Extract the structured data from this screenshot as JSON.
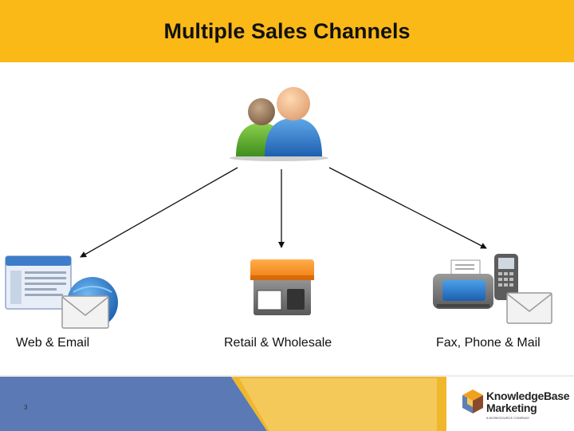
{
  "slide": {
    "title": "Multiple Sales Channels",
    "page_number": "3"
  },
  "channels": [
    {
      "label": "Web & Email",
      "icon": "web-email-icon"
    },
    {
      "label": "Retail & Wholesale",
      "icon": "storefront-icon"
    },
    {
      "label": "Fax, Phone & Mail",
      "icon": "fax-phone-mail-icon"
    }
  ],
  "center_icon": "customers-icon",
  "logo": {
    "line1": "KnowledgeBase",
    "line2": "Marketing",
    "tagline": "A WORKSOURCE COMPANY"
  },
  "colors": {
    "header": "#fbb917",
    "footer_blue": "#5a79b5",
    "footer_gold": "#f0b72c"
  }
}
